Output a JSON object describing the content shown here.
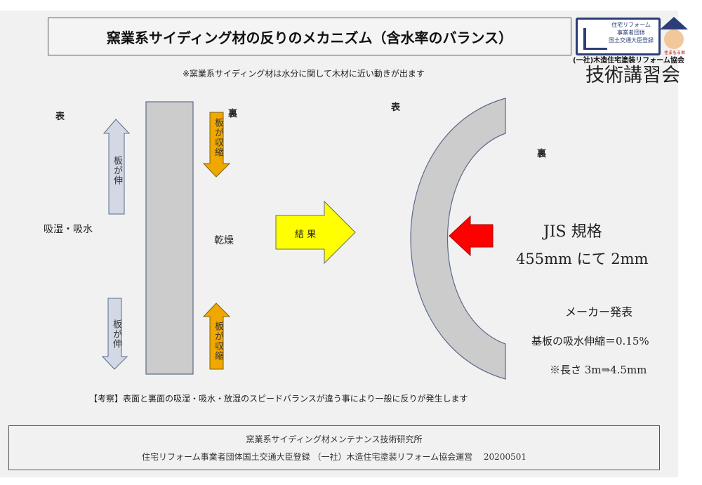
{
  "title": "窯業系サイディング材の反りのメカニズム（含水率のバランス）",
  "subtitle": "※窯業系サイディング材は水分に関して木材に近い動きが出ます",
  "logo": {
    "lines": [
      "住宅リフォーム",
      "事業者団体",
      "国土交通大臣登録"
    ],
    "association": "(一社)木造住宅塗装リフォーム協会",
    "mascot": "住まもる君",
    "course": "技術講習会"
  },
  "left": {
    "front": "表",
    "back": "裏",
    "wet": "吸湿・吸水",
    "dry": "乾燥",
    "expand": "板が伸",
    "shrink": "板が収縮"
  },
  "result": "結 果",
  "right": {
    "front": "表",
    "back": "裏",
    "jis1": "JIS 規格",
    "jis2": "455mm にて 2mm",
    "maker": "メーカー発表",
    "rate": "基板の吸水伸縮＝0.15%",
    "length": "※長さ 3m⇒4.5mm"
  },
  "note": "【考察】表面と裏面の吸湿・吸水・放湿のスピードバランスが違う事により一般に反りが発生します",
  "footer": {
    "line1": "窯業系サイディング材メンテナンス技術研究所",
    "line2": "住宅リフォーム事業者団体国土交通大臣登録 （一社）木造住宅塗装リフォーム協会運営　 20200501"
  },
  "colors": {
    "board": "#cccccc",
    "blueArrow": "#d2d8e4",
    "orangeArrow": "#f0a800",
    "yellow": "#ffff00",
    "red": "#ff0000"
  }
}
